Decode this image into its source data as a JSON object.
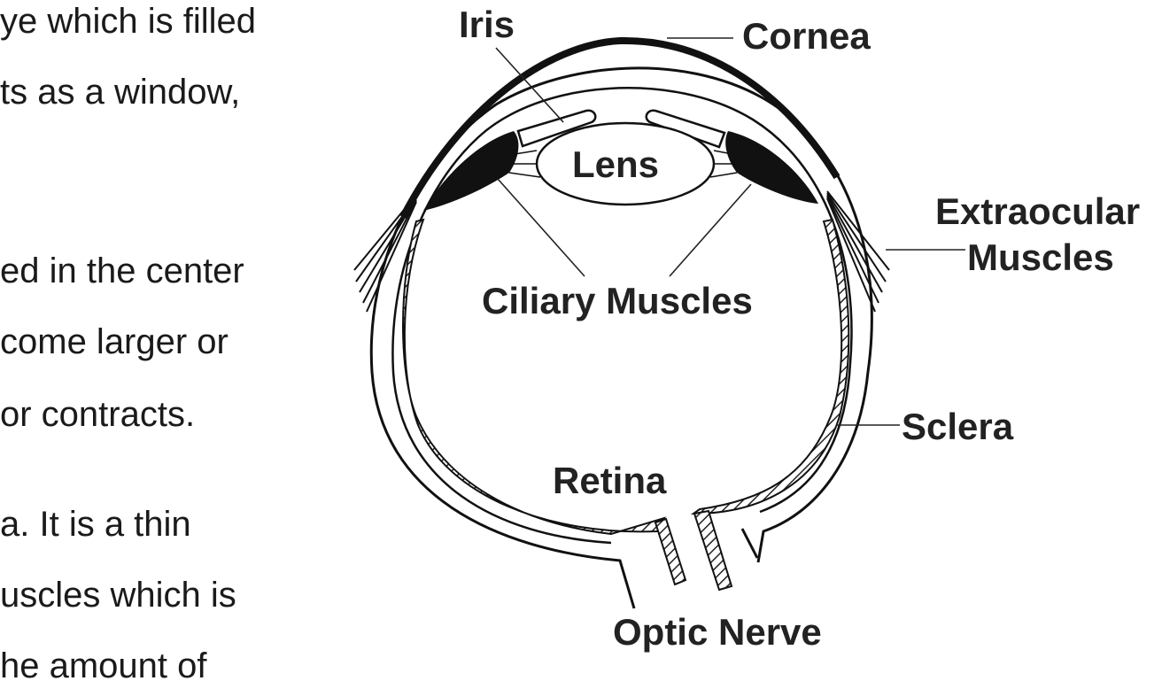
{
  "text_lines": [
    "ye which is filled",
    "ts as a window,",
    "ed in the center",
    "come larger or",
    " or contracts.",
    "a. It is a thin",
    "uscles which is",
    "he amount of"
  ],
  "labels": {
    "iris": "Iris",
    "cornea": "Cornea",
    "lens": "Lens",
    "extraocular_line1": "Extraocular",
    "extraocular_line2": "Muscles",
    "ciliary_muscles": "Ciliary Muscles",
    "sclera": "Sclera",
    "retina": "Retina",
    "optic_nerve": "Optic Nerve"
  }
}
